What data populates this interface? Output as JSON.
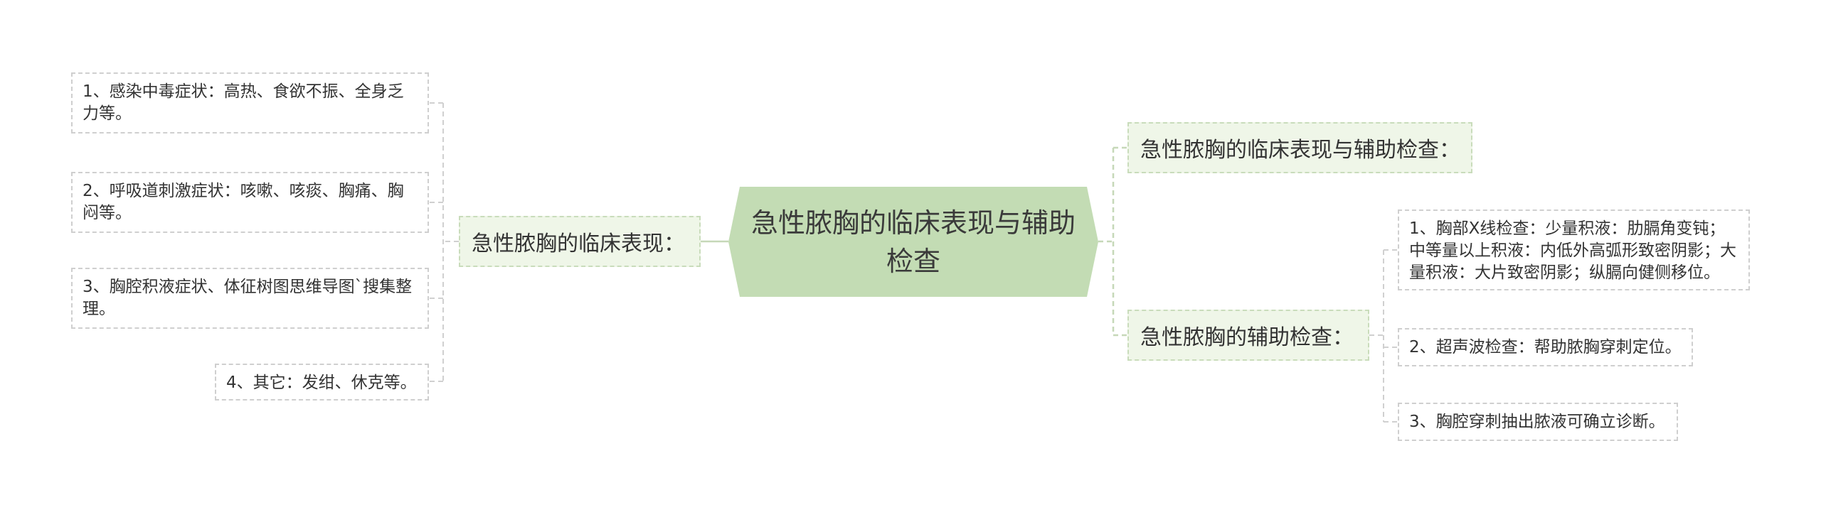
{
  "root": {
    "text": "急性脓胸的临床表现与辅助检查"
  },
  "left_branch": {
    "label": "急性脓胸的临床表现：",
    "children": [
      "1、感染中毒症状：高热、食欲不振、全身乏力等。",
      "2、呼吸道刺激症状：咳嗽、咳痰、胸痛、胸闷等。",
      "3、胸腔积液症状、体征树图思维导图`搜集整理。",
      "4、其它：发绀、休克等。"
    ]
  },
  "right_branches": [
    {
      "label": "急性脓胸的临床表现与辅助检查：",
      "children": []
    },
    {
      "label": "急性脓胸的辅助检查：",
      "children": [
        "1、胸部X线检查：少量积液：肋膈角变钝；中等量以上积液：内低外高弧形致密阴影；大量积液：大片致密阴影；纵膈向健侧移位。",
        "2、超声波检查：帮助脓胸穿刺定位。",
        "3、胸腔穿刺抽出脓液可确立诊断。"
      ]
    }
  ],
  "colors": {
    "root_fill": "#c3dcb4",
    "branch_fill": "#eff6e8",
    "branch_border": "#c9dcbb",
    "leaf_border": "#cfcfcf",
    "connector": "#c6d8b8"
  }
}
